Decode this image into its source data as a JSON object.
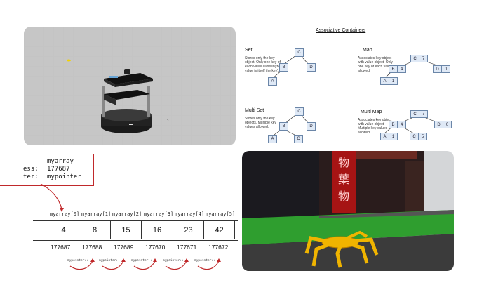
{
  "pointer_panel": {
    "labels": [
      "ess:",
      "ter:"
    ],
    "values": [
      "myarray",
      "177687",
      "mypointer"
    ]
  },
  "array": {
    "headers": [
      "myarray[0]",
      "myarray[1]",
      "myarray[2]",
      "myarray[3]",
      "myarray[4]",
      "myarray[5]"
    ],
    "values": [
      "4",
      "8",
      "15",
      "16",
      "23",
      "42"
    ],
    "addresses": [
      "177687",
      "177688",
      "177689",
      "177670",
      "177671",
      "177672"
    ],
    "step_label": "mypointer++"
  },
  "containers": {
    "title": "Associative Containers",
    "set": {
      "title": "Set",
      "desc": "Stores only the key object. Only one key of each value allowed(the value is itself the key).",
      "nodes": [
        "C",
        "B",
        "D",
        "A"
      ]
    },
    "map": {
      "title": "Map",
      "desc": "Associates key object with value object. Only one key of each value allowed.",
      "nodes": [
        [
          "C",
          "7"
        ],
        [
          "B",
          "4"
        ],
        [
          "D",
          "0"
        ],
        [
          "A",
          "1"
        ]
      ]
    },
    "multiset": {
      "title": "Multi Set",
      "desc": "Stores only the key objects. Multiple key values allowed.",
      "nodes": [
        "C",
        "B",
        "D",
        "A",
        "C"
      ]
    },
    "multimap": {
      "title": "Multi Map",
      "desc": "Associates key object with value object. Multiple key values allowed.",
      "nodes": [
        [
          "C",
          "7"
        ],
        [
          "B",
          "4"
        ],
        [
          "D",
          "0"
        ],
        [
          "A",
          "1"
        ],
        [
          "C",
          "5"
        ]
      ]
    }
  },
  "sign_chars": [
    "物",
    "葉",
    "物"
  ],
  "colors": {
    "accent_red": "#c0292b",
    "box_fill": "#dfe9f6",
    "box_border": "#6b86a8",
    "spider": "#f0b400",
    "grass": "#2f9e2f"
  }
}
